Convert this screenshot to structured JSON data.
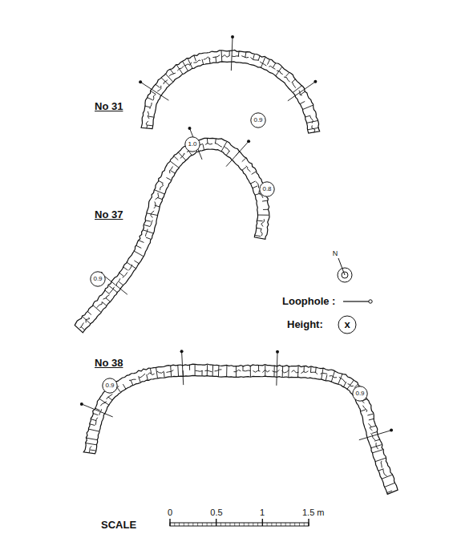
{
  "diagram": {
    "nodes": [
      {
        "text": [
          "0.9"
        ]
      },
      {
        "text": [
          "1.0"
        ]
      },
      {
        "text": [
          "0.8"
        ]
      },
      {
        "text": [
          "0.9"
        ]
      },
      {
        "text": [
          "0.9"
        ]
      },
      {
        "text": [
          "0.9"
        ]
      }
    ],
    "labels": [
      "No 31",
      "No 37",
      "No 38",
      "N",
      "x",
      "SCALE",
      "0",
      "0.5",
      "1",
      "1.5 m"
    ],
    "legend": [
      {
        "text": "Loophole :"
      },
      {
        "text": "Height:"
      }
    ]
  }
}
